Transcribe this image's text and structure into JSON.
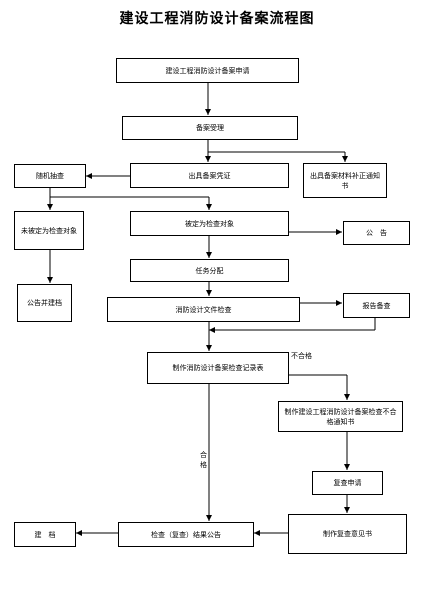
{
  "title": "建设工程消防设计备案流程图",
  "nodes": {
    "application": "建设工程消防设计备案申请",
    "filing_accept": "备案受理",
    "random_spot_check": "随机抽查",
    "issue_certificate": "出具备案凭证",
    "supplement_notice": "出具备案材料补正通知书",
    "not_selected": "未被定为检查对象",
    "selected": "被定为检查对象",
    "announce": "公　告",
    "announce_archive": "公告并建档",
    "task_assign": "任务分配",
    "design_review": "消防设计文件检查",
    "report_review": "报告备查",
    "make_record": "制作消防设计备案检查记录表",
    "nonconform_notice": "制作建设工程消防设计备案检查不合格通知书",
    "recheck_apply": "复查申请",
    "recheck_opinion": "制作复查意见书",
    "result_announce": "检查（复查）结果公告",
    "archive": "建　档"
  },
  "edges": {
    "unqualified": "不合格",
    "qualified": "合格"
  }
}
